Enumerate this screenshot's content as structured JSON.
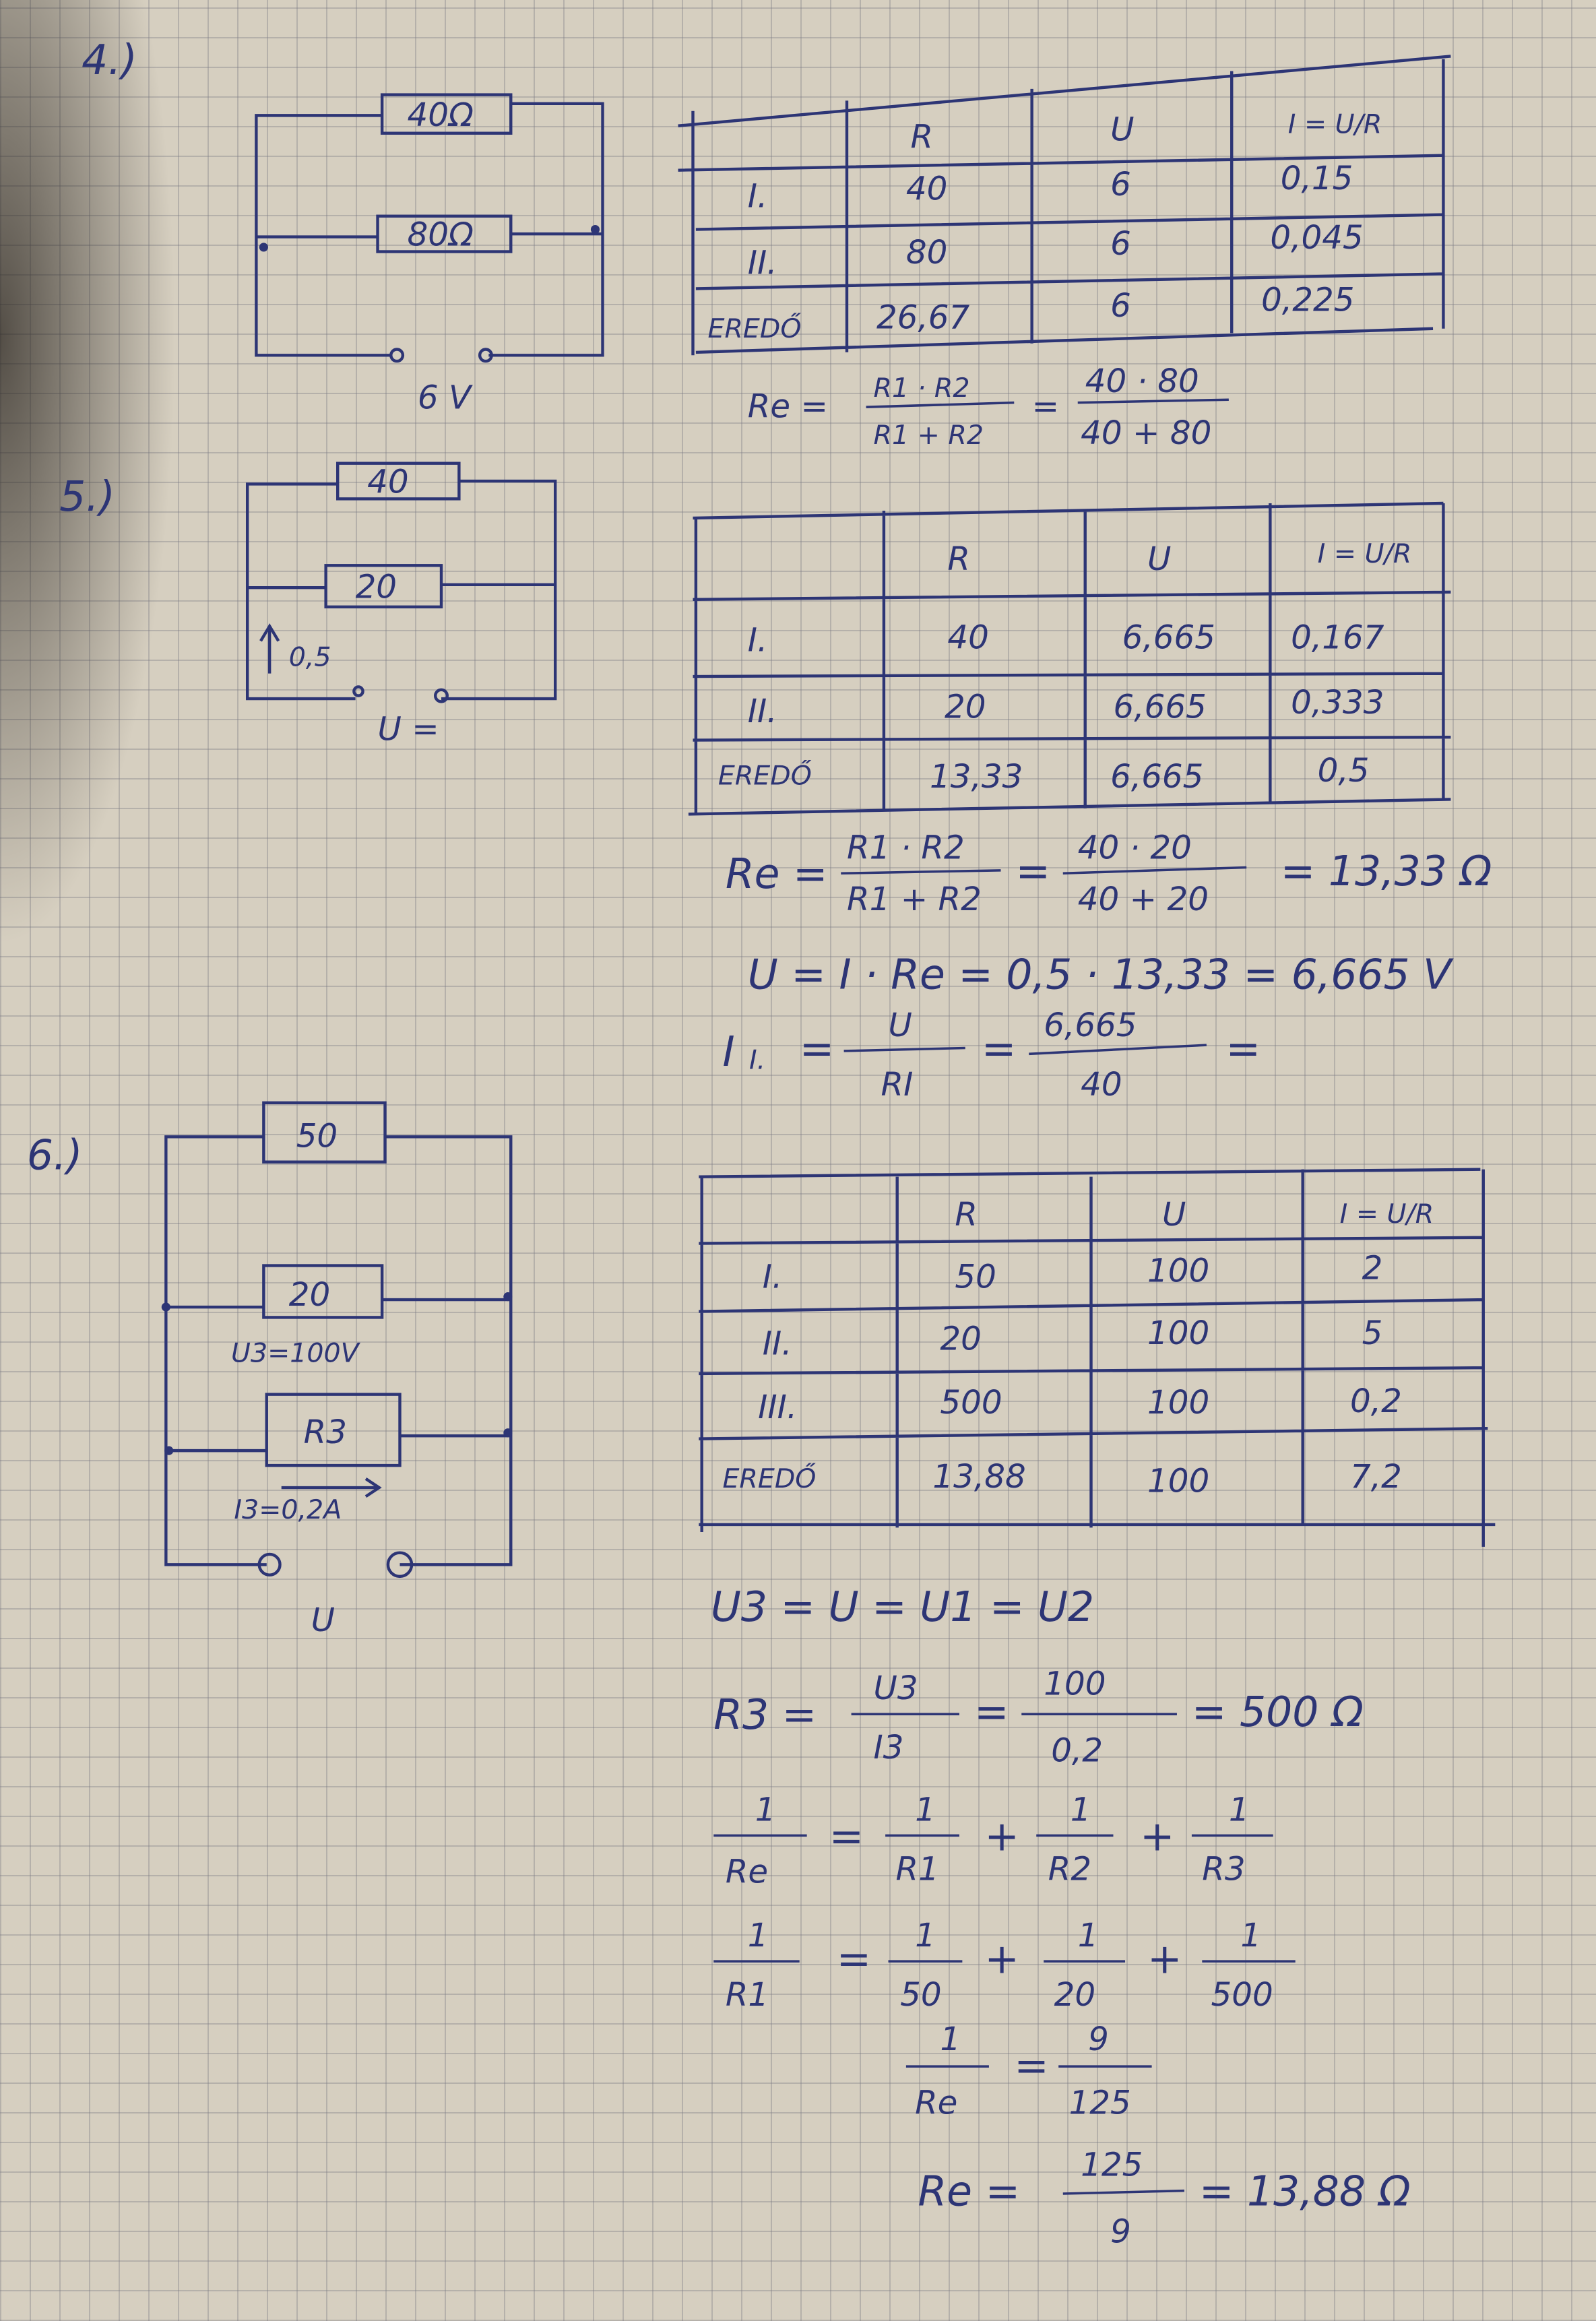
{
  "problems": [
    {
      "number": "4.)",
      "circuit": {
        "resistors": [
          "40Ω",
          "80Ω"
        ],
        "source": "6 V"
      },
      "table": {
        "headers": [
          "",
          "R",
          "U",
          "I = U/R"
        ],
        "rows": [
          [
            "I.",
            "40",
            "6",
            "0,15"
          ],
          [
            "II.",
            "80",
            "6",
            "0,045"
          ],
          [
            "EREDŐ",
            "26,67",
            "6",
            "0,225"
          ]
        ]
      },
      "equations": {
        "re_lhs": "Re =",
        "re_num": "R1 · R2",
        "re_den": "R1 + R2",
        "eq": "=",
        "re_num2": "40 · 80",
        "re_den2": "40 + 80"
      }
    },
    {
      "number": "5.)",
      "circuit": {
        "resistors": [
          "40",
          "20"
        ],
        "current": "0,5",
        "voltage": "U ="
      },
      "table": {
        "headers": [
          "",
          "R",
          "U",
          "I = U/R"
        ],
        "rows": [
          [
            "I.",
            "40",
            "6,665",
            "0,167"
          ],
          [
            "II.",
            "20",
            "6,665",
            "0,333"
          ],
          [
            "EREDŐ",
            "13,33",
            "6,665",
            "0,5"
          ]
        ]
      },
      "equations": {
        "re_lhs": "Re =",
        "re_num": "R1 · R2",
        "re_den": "R1 + R2",
        "eq": "=",
        "re_num2": "40 · 20",
        "re_den2": "40 + 20",
        "re_result": "= 13,33 Ω",
        "u_line": "U = I · Re = 0,5 · 13,33 = 6,665 V",
        "i_lhs": "I",
        "i_sub": "I.",
        "i_eq": "=",
        "i_num": "U",
        "i_den": "RI",
        "i_num2": "6,665",
        "i_den2": "40",
        "i_tail": "="
      }
    },
    {
      "number": "6.)",
      "circuit": {
        "resistors": [
          "50",
          "20",
          "R3"
        ],
        "u3": "U3=100V",
        "i3": "I3=0,2A",
        "voltage": "U"
      },
      "table": {
        "headers": [
          "",
          "R",
          "U",
          "I = U/R"
        ],
        "rows": [
          [
            "I.",
            "50",
            "100",
            "2"
          ],
          [
            "II.",
            "20",
            "100",
            "5"
          ],
          [
            "III.",
            "500",
            "100",
            "0,2"
          ],
          [
            "EREDŐ",
            "13,88",
            "100",
            "7,2"
          ]
        ]
      },
      "equations": {
        "u_chain": "U3 = U = U1 = U2",
        "r3_lhs": "R3 =",
        "r3_num": "U3",
        "r3_den": "I3",
        "r3_num2": "100",
        "r3_den2": "0,2",
        "r3_result": "= 500 Ω",
        "one": "1",
        "re": "Re",
        "r1": "R1",
        "r2": "R2",
        "r3": "R3",
        "d50": "50",
        "d20": "20",
        "d500": "500",
        "plus": "+",
        "eq": "=",
        "nine": "9",
        "d125": "125",
        "re_final_lhs": "Re =",
        "re_final_result": "= 13,88 Ω"
      }
    }
  ]
}
